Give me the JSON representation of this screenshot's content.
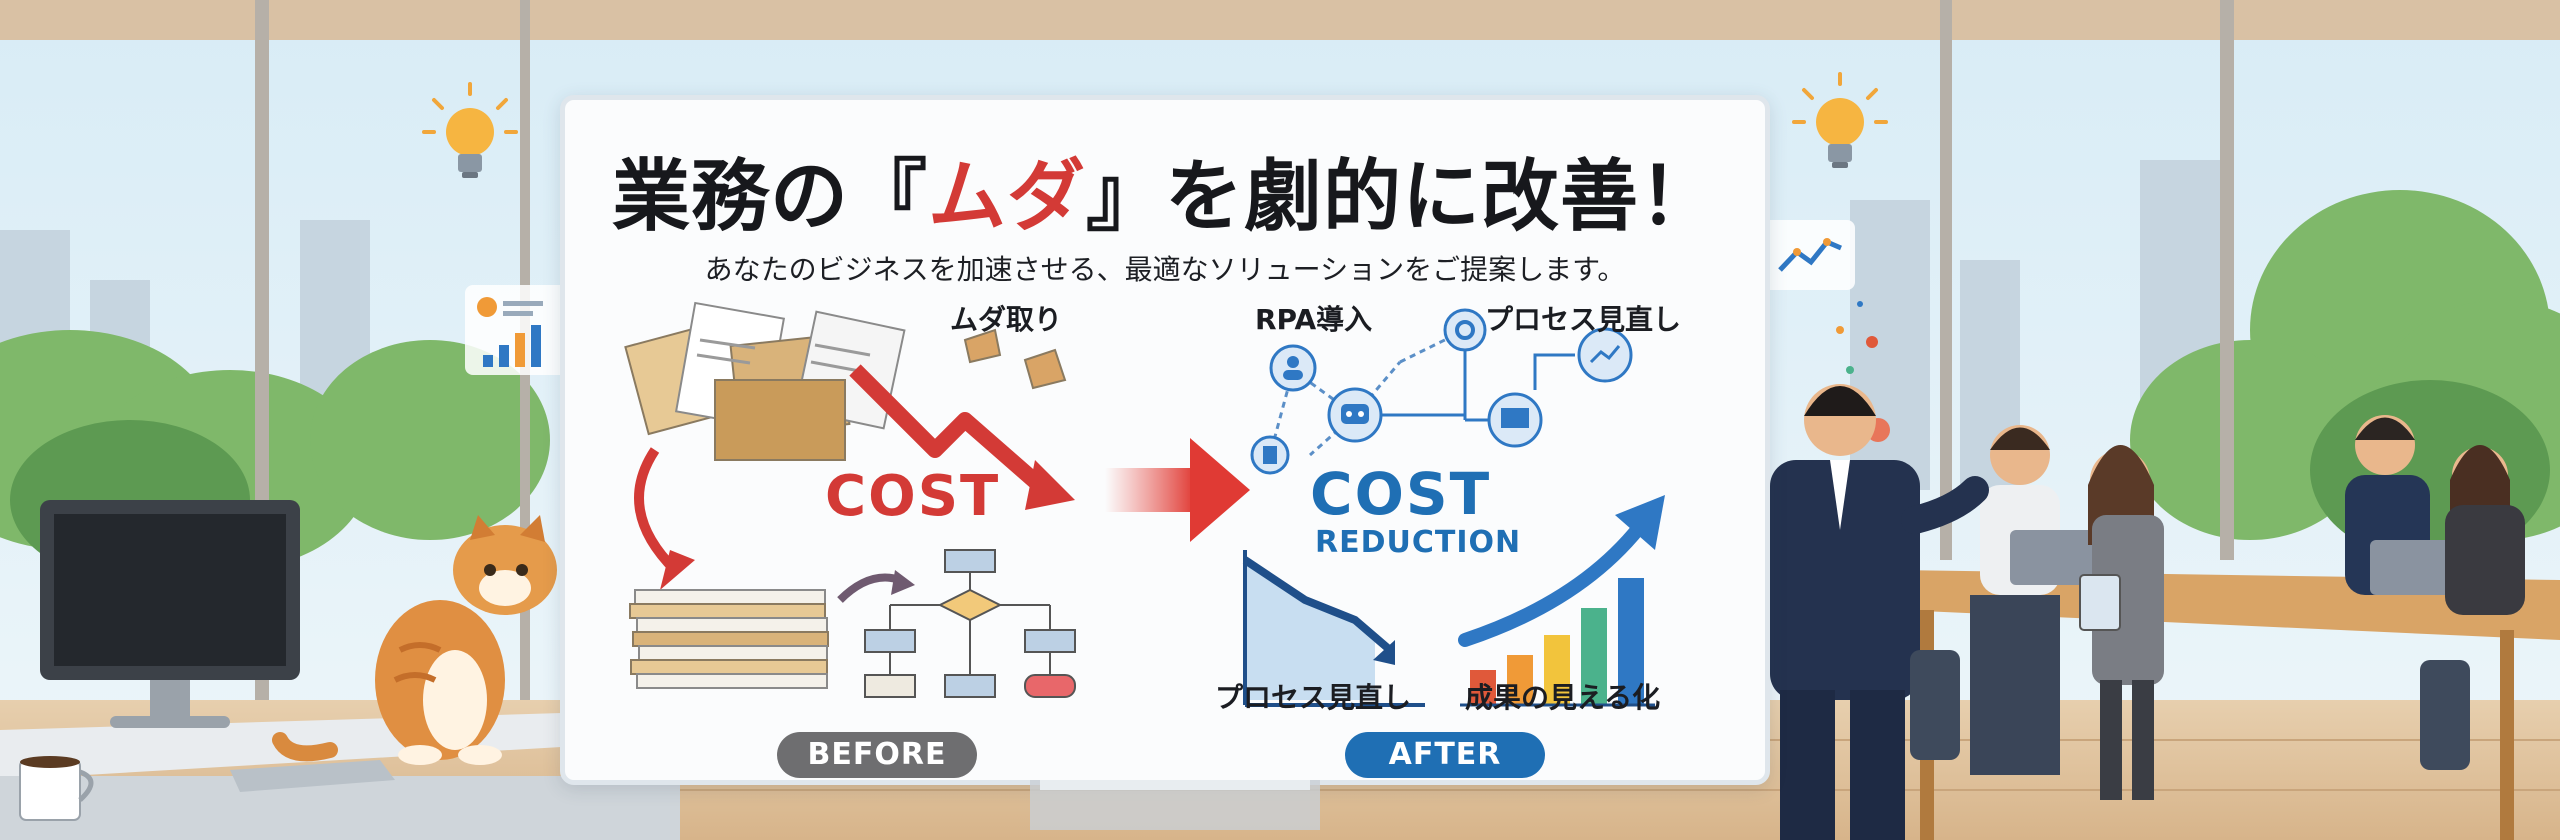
{
  "banner": {
    "headline_prefix": "業務の『",
    "headline_accent": "ムダ",
    "headline_suffix": "』を劇的に改善！",
    "subtitle": "あなたのビジネスを加速させる、最適なソリューションをご提案します。"
  },
  "before_panel": {
    "label_top": "ムダ取り",
    "cost_label": "COST",
    "badge": "BEFORE"
  },
  "after_panel": {
    "label_rpa": "RPA導入",
    "label_process_top": "プロセス見直し",
    "cost_label": "COST",
    "reduction_label": "REDUCTION",
    "label_process_bottom": "プロセス見直し",
    "label_visualize": "成果の見える化",
    "badge": "AFTER"
  },
  "colors": {
    "accent_red": "#d33a36",
    "accent_blue": "#1f6fb4",
    "before_badge": "#6e6e70",
    "after_badge": "#1f6fb4",
    "bar_colors": [
      "#e0593a",
      "#f09a37",
      "#f2c43c",
      "#4bb28c",
      "#2f78c4"
    ]
  },
  "icons": [
    "lightbulb-icon",
    "donut-chart-icon",
    "line-chart-icon",
    "bar-chart-icon",
    "robot-icon",
    "gear-icon",
    "users-icon",
    "monitor-icon",
    "flowchart-icon",
    "coffee-mug-icon"
  ]
}
